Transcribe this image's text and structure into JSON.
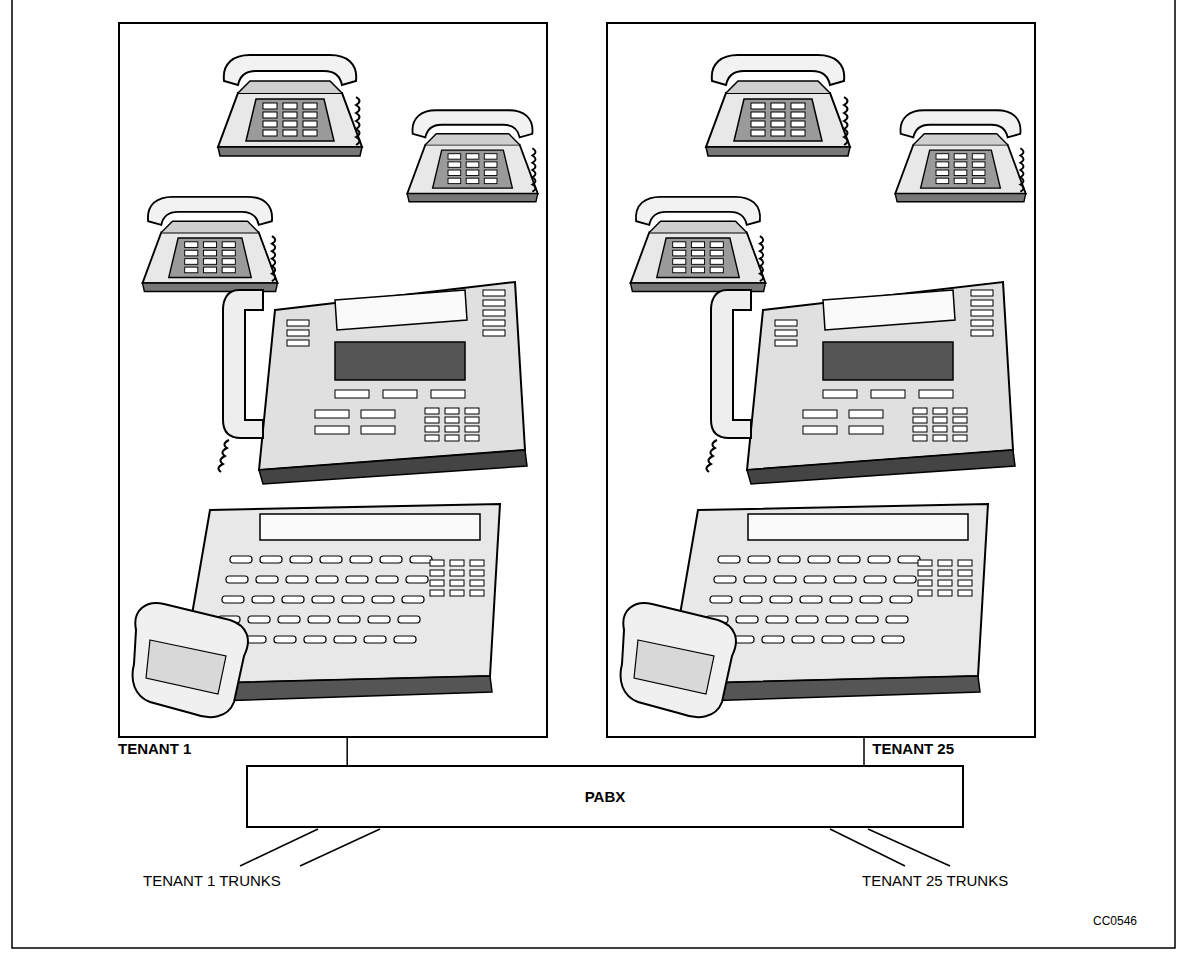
{
  "diagram": {
    "nodes": [
      {
        "text": [
          "TENANT 1"
        ]
      },
      {
        "text": [
          "TENANT 25"
        ]
      },
      {
        "text": [
          "PABX"
        ]
      }
    ],
    "edges": [
      {
        "from": 0,
        "to": 2,
        "arrow": "none"
      },
      {
        "from": 1,
        "to": 2,
        "arrow": "none"
      }
    ],
    "labels": [
      "TENANT 1 TRUNKS",
      "TENANT 25 TRUNKS",
      "CC0546"
    ]
  }
}
